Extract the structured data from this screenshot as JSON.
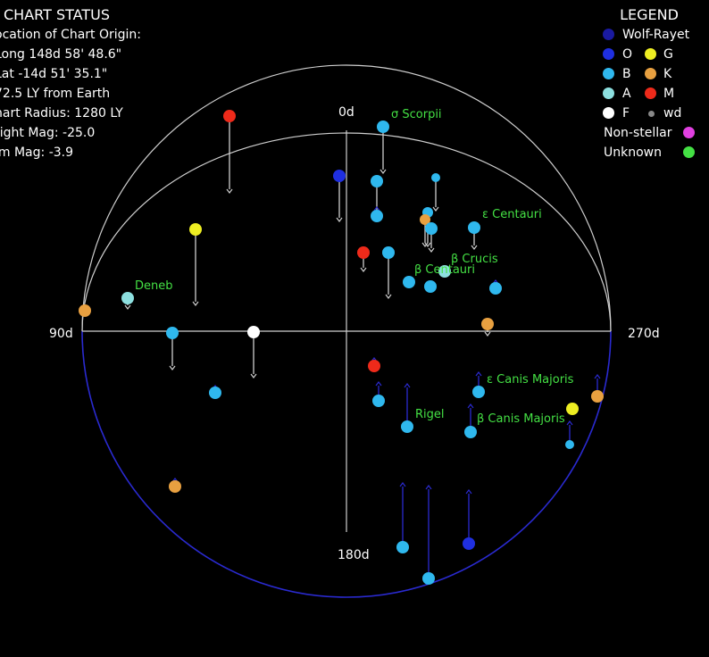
{
  "status": {
    "title": "CHART STATUS",
    "lines": [
      "ocation of Chart Origin:",
      "Long 148d 58' 48.6\"",
      "Lat -14d 51' 35.1\"",
      "72.5 LY from Earth",
      "hart Radius: 1280 LY",
      "right Mag: -25.0",
      "im Mag: -3.9"
    ]
  },
  "legend": {
    "title": "LEGEND",
    "wolf_rayet": "Wolf-Rayet",
    "o": "O",
    "g": "G",
    "b": "B",
    "k": "K",
    "a": "A",
    "m": "M",
    "f": "F",
    "wd": "wd",
    "non_stellar": "Non-stellar",
    "unknown": "Unknown"
  },
  "colors": {
    "wolf_rayet": "#1a1aa0",
    "o": "#1f2fe0",
    "b": "#2fb8ee",
    "a": "#8de0e0",
    "f": "#ffffff",
    "g": "#eeee22",
    "k": "#e8a040",
    "m": "#ee2a1a",
    "wd": "#888888",
    "non_stellar": "#e040e0",
    "unknown": "#44e044"
  },
  "axes": {
    "top": "0d",
    "left": "90d",
    "right": "270d",
    "bottom": "180d"
  },
  "labels": {
    "sigma_scorpii": "σ Scorpii",
    "epsilon_centauri": "ε Centauri",
    "beta_crucis": "β Crucis",
    "beta_centauri": "β Centauri",
    "deneb": "Deneb",
    "epsilon_canis_majoris": "ε Canis Majoris",
    "rigel": "Rigel",
    "beta_canis_majoris": "β Canis Majoris"
  }
}
